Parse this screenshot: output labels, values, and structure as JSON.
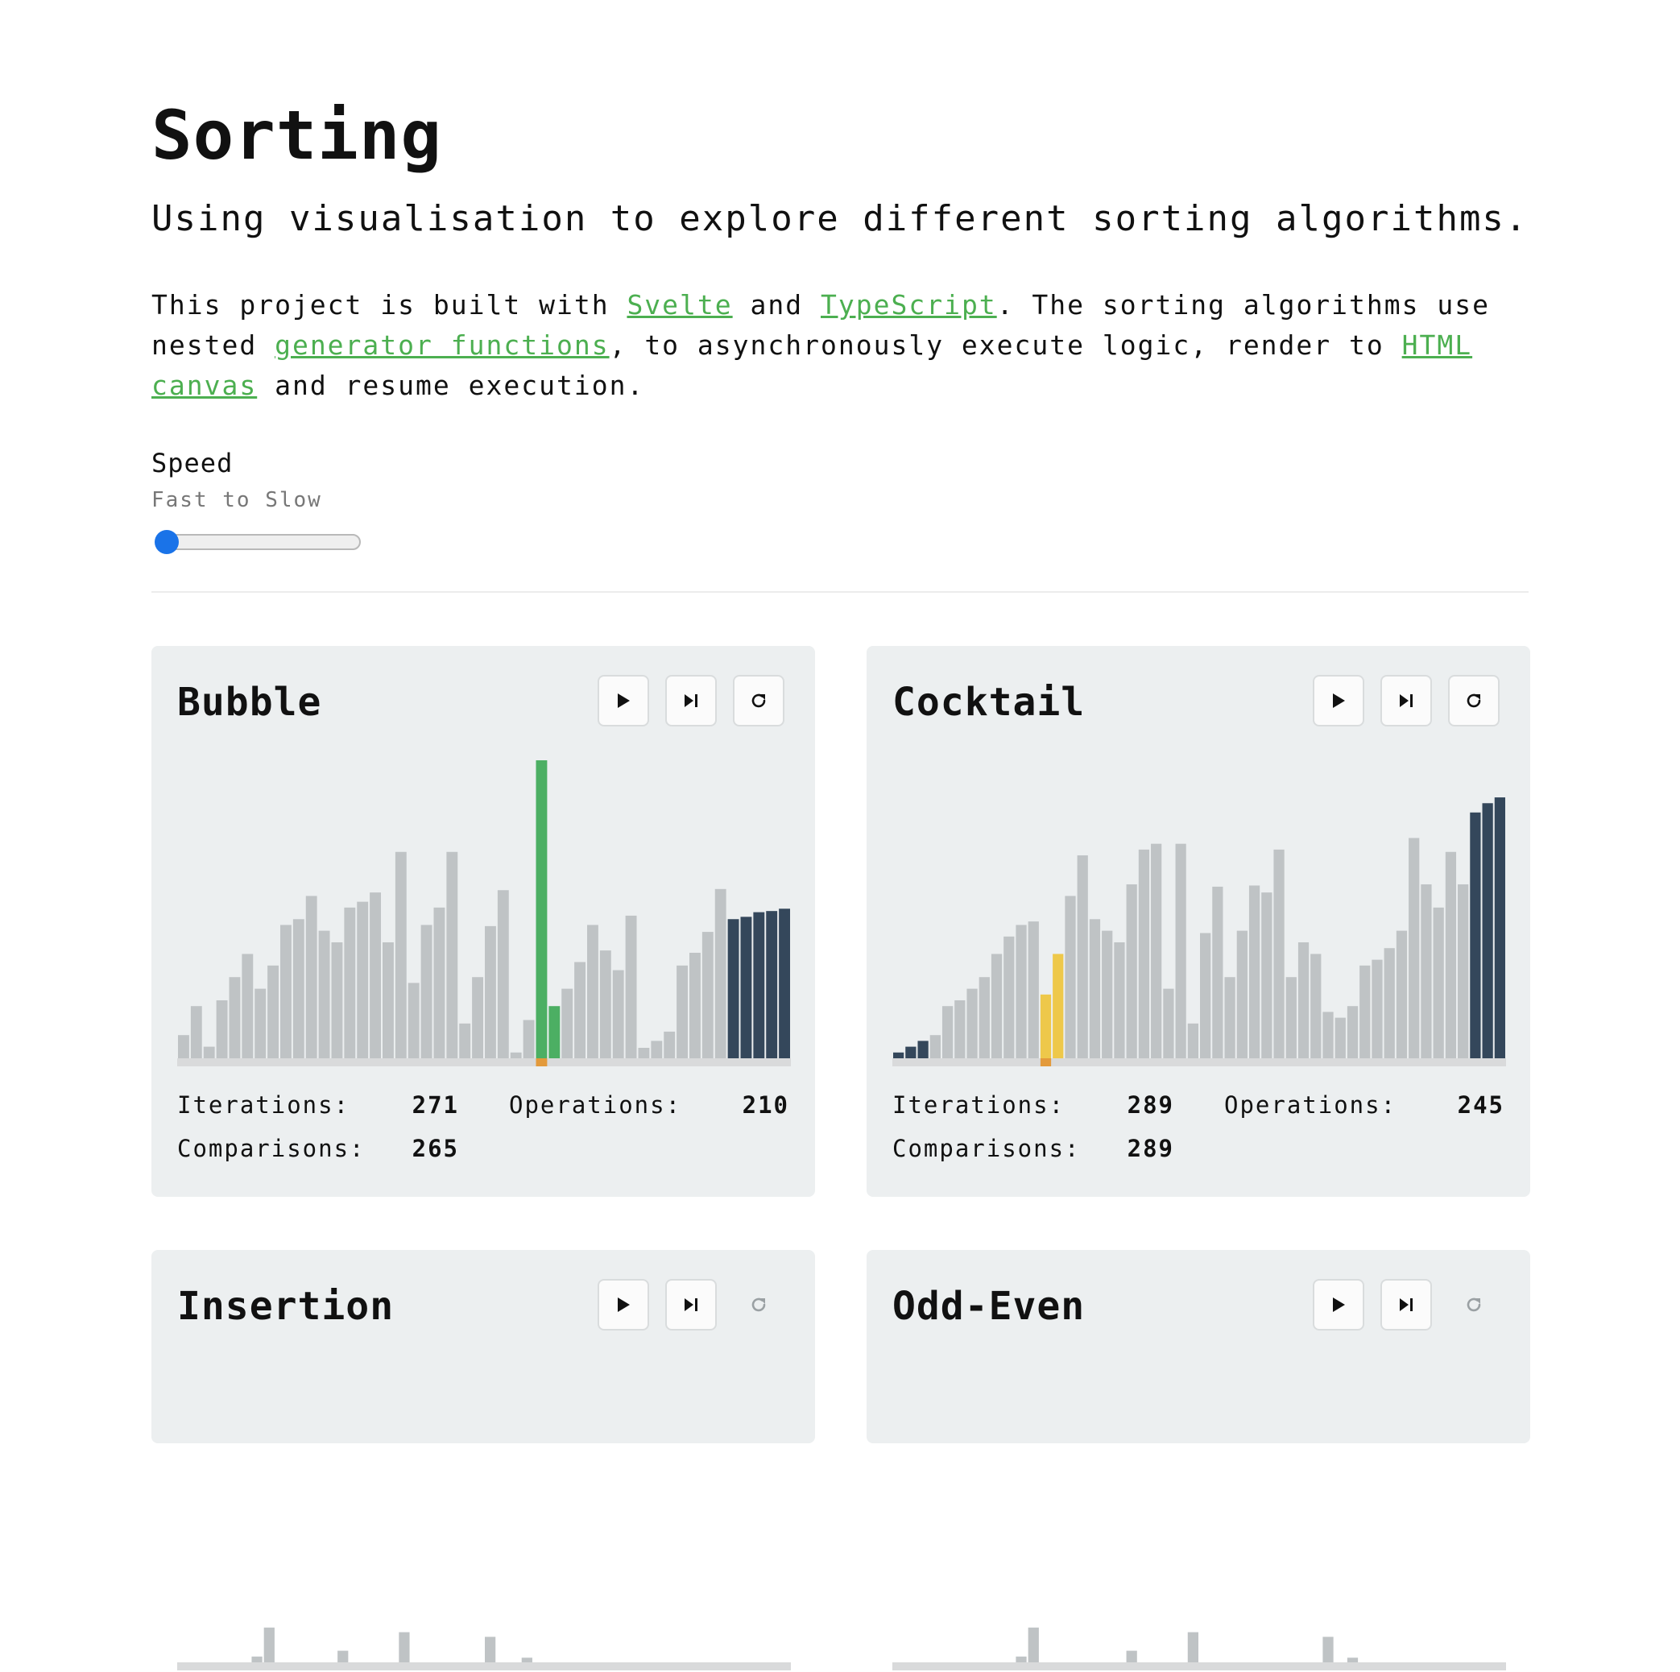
{
  "title": "Sorting",
  "subtitle": "Using visualisation to explore different sorting algorithms.",
  "intro": {
    "t1": "This project is built with ",
    "link_svelte": "Svelte",
    "t2": " and ",
    "link_typescript": "TypeScript",
    "t3": ". The sorting algorithms use nested ",
    "link_generators": "generator functions",
    "t4": ", to asynchronously execute logic, render to ",
    "link_canvas": "HTML canvas",
    "t5": " and resume execution."
  },
  "speed": {
    "label": "Speed",
    "hint": "Fast to Slow",
    "value": 0
  },
  "colors": {
    "bar_default": "#bfc3c5",
    "bar_sorted": "#34475b",
    "bar_compare_green": "#4caf63",
    "bar_compare_yellow": "#eec84a",
    "cursor_orange": "#e39a3b",
    "track": "#d9dadb",
    "link": "#4caf50",
    "slider_thumb": "#1a73e8",
    "card_bg": "#eceff0"
  },
  "icons": {
    "play": "play-icon",
    "step": "step-forward-icon",
    "reset": "reset-icon"
  },
  "cards": [
    {
      "name": "Bubble",
      "bars": [
        20,
        45,
        10,
        50,
        70,
        90,
        60,
        80,
        115,
        120,
        140,
        110,
        100,
        130,
        135,
        143,
        100,
        178,
        65,
        115,
        130,
        178,
        30,
        70,
        114,
        145,
        5,
        33,
        257,
        45,
        60,
        83,
        115,
        93,
        76,
        123,
        9,
        15,
        23,
        80,
        91,
        109,
        146,
        120,
        122,
        126,
        127,
        129
      ],
      "states": {
        "29": "compare_green",
        "28": "compare_green",
        "43": "sorted",
        "44": "sorted",
        "45": "sorted",
        "46": "sorted",
        "47": "sorted"
      },
      "cursor": 28,
      "reset_enabled": true,
      "stats": {
        "iterations_label": "Iterations:",
        "iterations": "271",
        "operations_label": "Operations:",
        "operations": "210",
        "comparisons_label": "Comparisons:",
        "comparisons": "265"
      }
    },
    {
      "name": "Cocktail",
      "bars": [
        5,
        10,
        15,
        20,
        45,
        50,
        60,
        70,
        90,
        105,
        115,
        118,
        55,
        90,
        140,
        175,
        120,
        110,
        100,
        150,
        180,
        185,
        60,
        185,
        30,
        108,
        148,
        70,
        110,
        149,
        143,
        180,
        70,
        100,
        90,
        40,
        35,
        45,
        80,
        85,
        95,
        110,
        190,
        150,
        130,
        178,
        150,
        212,
        220,
        225
      ],
      "states": {
        "0": "sorted",
        "1": "sorted",
        "2": "sorted",
        "12": "compare_yellow",
        "13": "compare_yellow",
        "47": "sorted",
        "48": "sorted",
        "49": "sorted"
      },
      "cursor": 12,
      "reset_enabled": true,
      "stats": {
        "iterations_label": "Iterations:",
        "iterations": "289",
        "operations_label": "Operations:",
        "operations": "245",
        "comparisons_label": "Comparisons:",
        "comparisons": "289"
      }
    },
    {
      "name": "Insertion",
      "bars": [
        0,
        0,
        0,
        0,
        0,
        0,
        5,
        30,
        0,
        0,
        0,
        0,
        0,
        10,
        0,
        0,
        0,
        0,
        26,
        0,
        0,
        0,
        0,
        0,
        0,
        22,
        0,
        0,
        4,
        0,
        0,
        0,
        0,
        0,
        0,
        0,
        0,
        0,
        0,
        0,
        0,
        0,
        0,
        0,
        0,
        0,
        0,
        0,
        0,
        0
      ],
      "states": {},
      "cursor": -1,
      "reset_enabled": false,
      "stats": null
    },
    {
      "name": "Odd-Even",
      "bars": [
        0,
        0,
        0,
        0,
        0,
        0,
        0,
        0,
        0,
        0,
        5,
        30,
        0,
        0,
        0,
        0,
        0,
        0,
        0,
        10,
        0,
        0,
        0,
        0,
        26,
        0,
        0,
        0,
        0,
        0,
        0,
        0,
        0,
        0,
        0,
        22,
        0,
        4,
        0,
        0,
        0,
        0,
        0,
        0,
        0,
        0,
        0,
        0,
        0,
        0
      ],
      "states": {},
      "cursor": -1,
      "reset_enabled": false,
      "stats": null
    }
  ]
}
